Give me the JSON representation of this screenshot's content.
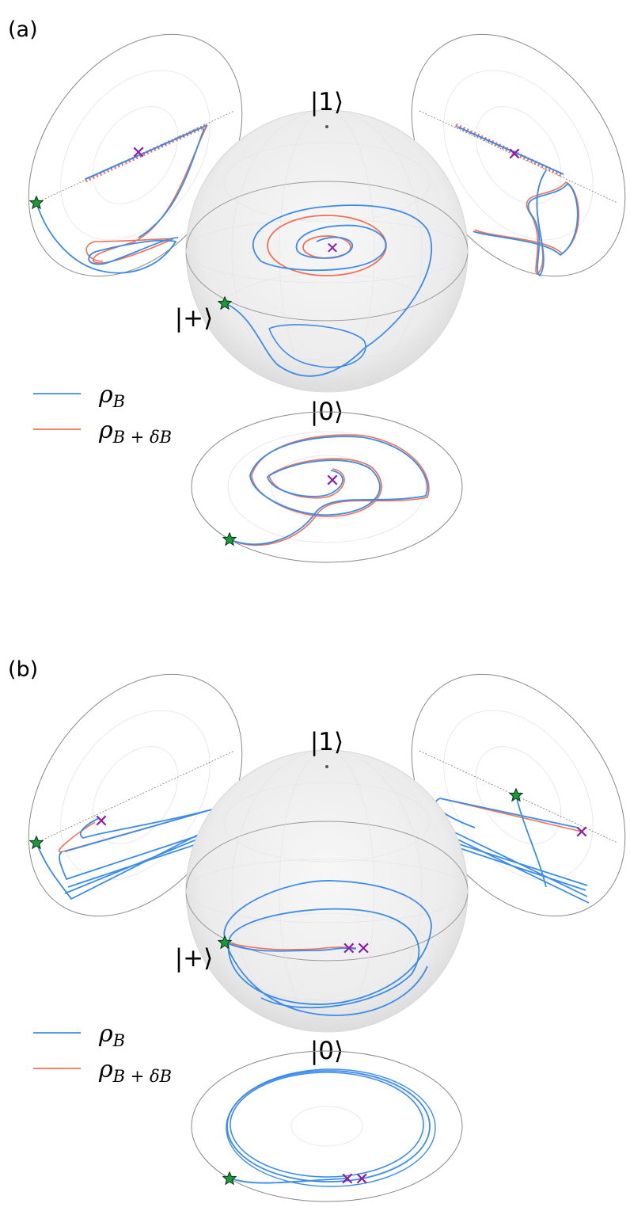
{
  "panels": [
    {
      "label": "(a)",
      "kets": {
        "top": "|1⟩",
        "left": "|+⟩",
        "bottom": "|0⟩"
      },
      "legend": [
        {
          "symbol": "ρ",
          "subscript": "B",
          "color": "#3b8be8"
        },
        {
          "symbol": "ρ",
          "subscript": "B + δB",
          "color": "#f07055"
        }
      ]
    },
    {
      "label": "(b)",
      "kets": {
        "top": "|1⟩",
        "left": "|+⟩",
        "bottom": "|0⟩"
      },
      "legend": [
        {
          "symbol": "ρ",
          "subscript": "B",
          "color": "#3b8be8"
        },
        {
          "symbol": "ρ",
          "subscript": "B + δB",
          "color": "#f07055"
        }
      ]
    }
  ],
  "colors": {
    "rho_B": "#3b8be8",
    "rho_B_dB": "#f07055",
    "start_marker": "#1a9a3a",
    "end_marker": "#8a1ab0",
    "sphere_edge": "#888888"
  },
  "icons": {
    "start": "star-icon",
    "end": "cross-icon"
  }
}
